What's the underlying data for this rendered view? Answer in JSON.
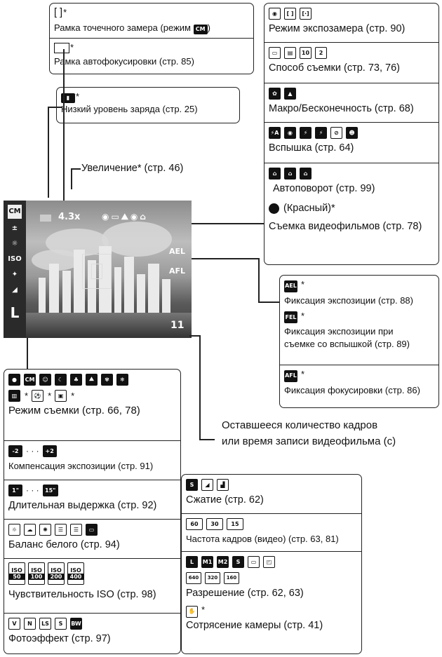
{
  "top_left": {
    "spot_frame_symbol": "[ ]",
    "spot_frame_text": "Рамка точечного замера (режим",
    "af_frame_text": "Рамка автофокусировки (стр. 85)",
    "battery_text": "Низкий уровень заряда (стр. 25)",
    "zoom_text": "Увеличение* (стр. 46)"
  },
  "right_top": {
    "metering": "Режим экспозамера (стр. 90)",
    "drive": "Способ съемки (стр. 73, 76)",
    "macro": "Макро/Бесконечность (стр. 68)",
    "flash": "Вспышка (стр. 64)",
    "rotate": "Автоповорот (стр. 99)",
    "red": "(Красный)*",
    "movie": "Съемка видеофильмов (стр. 78)"
  },
  "right_mid": {
    "ae_lock": "Фиксация экспозиции (стр. 88)",
    "fe_lock_1": "Фиксация экспозиции при",
    "fe_lock_2": "съемке со вспышкой (стр. 89)",
    "af_lock": "Фиксация фокусировки (стр. 86)"
  },
  "remaining": {
    "line1": "Оставшееся количество кадров",
    "line2": "или время записи видеофильма (с)"
  },
  "left_bottom": {
    "shooting_mode": "Режим съемки (стр. 66, 78)",
    "exp_comp_a": "-2",
    "exp_comp_dots": "· · ·",
    "exp_comp_b": "+2",
    "exp_comp": "Компенсация экспозиции (стр. 91)",
    "shutter_a": "1\"",
    "shutter_dots": "· · ·",
    "shutter_b": "15\"",
    "shutter": "Длительная выдержка (стр. 92)",
    "wb": "Баланс белого (стр. 94)",
    "iso": "Чувствительность ISO (стр. 98)",
    "iso_values": [
      "50",
      "100",
      "200",
      "400"
    ],
    "iso_label": "ISO",
    "photo_effect": "Фотоэффект (стр. 97)"
  },
  "right_bottom": {
    "compression": "Сжатие (стр. 62)",
    "frame_rate": "Частота кадров (видео) (стр. 63, 81)",
    "resolution": "Разрешение (стр. 62, 63)",
    "shake": "Сотрясение камеры (стр. 41)"
  },
  "screen": {
    "zoom": "4.3x",
    "count": "11",
    "ael": "AEL",
    "afl": "AFL",
    "size": "L"
  },
  "asterisk": "*"
}
